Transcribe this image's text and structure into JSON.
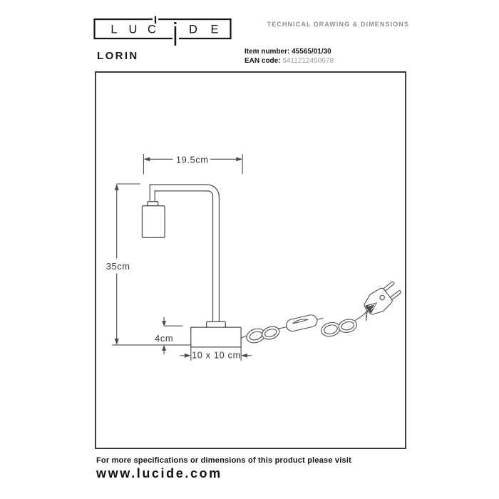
{
  "brand": {
    "logo_letters": [
      "L",
      "U",
      "C",
      "i",
      "D",
      "E"
    ],
    "product_name": "LORIN"
  },
  "header": {
    "section_label": "TECHNICAL DRAWING & DIMENSIONS",
    "item_number_label": "Item number:",
    "item_number_value": "45565/01/30",
    "ean_label": "EAN code:",
    "ean_value": "5411212450678"
  },
  "drawing": {
    "dim_arm_width": "19.5cm",
    "dim_height": "35cm",
    "dim_base_height": "4cm",
    "dim_base_size": "10 x 10 cm"
  },
  "footer": {
    "line1": "For more specifications or dimensions of this product please visit",
    "line2": "www.lucide.com"
  },
  "colors": {
    "ink": "#1c1c1c",
    "line": "#4a4a4a",
    "muted": "#8d8d8d",
    "ean_value": "#9b9b9b"
  }
}
